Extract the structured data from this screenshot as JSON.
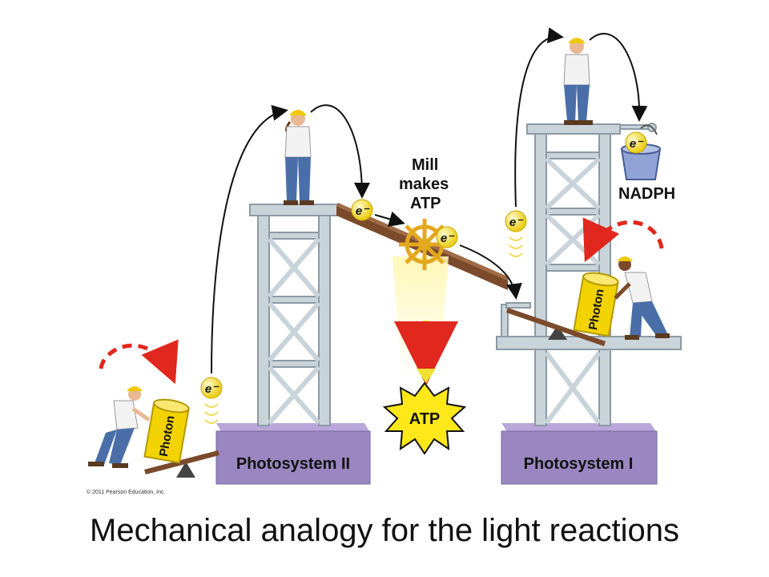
{
  "labels": {
    "mill_line1": "Mill",
    "mill_line2": "makes",
    "mill_line3": "ATP",
    "atp_burst": "ATP",
    "nadph": "NADPH",
    "photosystem_2": "Photosystem II",
    "photosystem_1": "Photosystem I",
    "photon_left": "Photon",
    "photon_right": "Photon",
    "electron": "e⁻",
    "copyright": "© 2011 Pearson Education, Inc."
  },
  "caption": "Mechanical analogy for the light reactions",
  "colors": {
    "tower": "#c9d3da",
    "tower_edge": "#8c9aa4",
    "block": "#9a86c0",
    "block_top": "#b9a6da",
    "photon": "#f2d200",
    "electron": "#f6e04a",
    "ramp": "#7a4a2a",
    "dash_red": "#e0281e",
    "atp_burst": "#ffe81a",
    "bucket": "#8fa3d6"
  }
}
